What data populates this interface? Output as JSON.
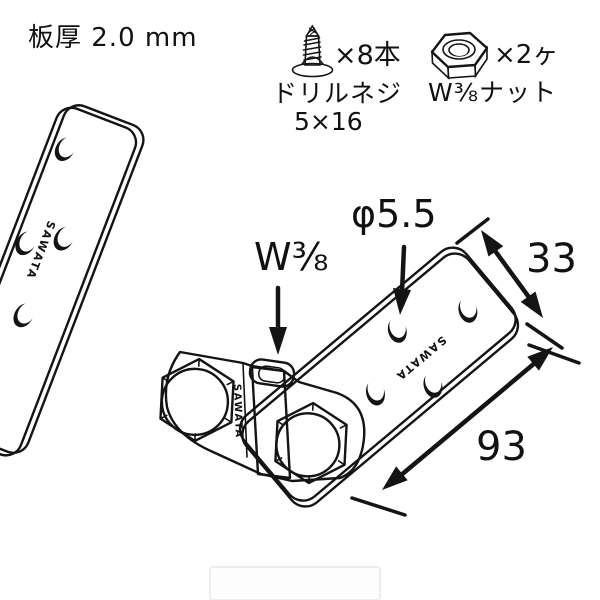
{
  "header": {
    "plate_thickness_label": "板厚 2.0 mm"
  },
  "legend": {
    "screw": {
      "count_label": "×8本",
      "name_label": "ドリルネジ",
      "size_label": "5×16"
    },
    "nut": {
      "count_label": "×2ヶ",
      "name_label": "W⅜ナット"
    }
  },
  "diagram": {
    "brand_label": "SAWATA",
    "bolt_size_label": "W⅜",
    "hole_diameter_label": "φ5.5",
    "width_dim_label": "33",
    "length_dim_label": "93"
  },
  "colors": {
    "line": "#141414",
    "plate_light": "#fbfbfb",
    "plate_dark": "#d7d7d7",
    "strap": "#ececec",
    "background": "#ffffff"
  }
}
